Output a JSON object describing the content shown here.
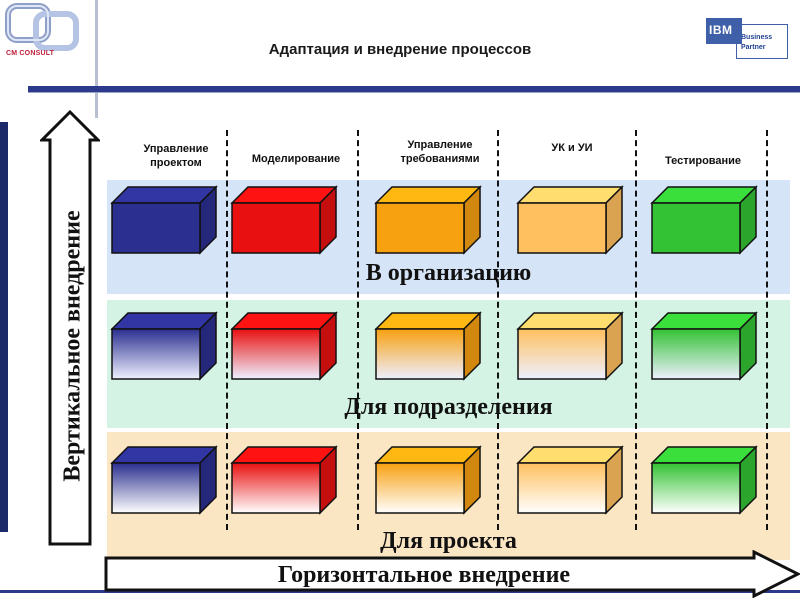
{
  "header": {
    "title": "Адаптация и внедрение процессов",
    "logo_text": "CM CONSULT",
    "partner_logo": {
      "brand": "IBM",
      "line1": "Business",
      "line2": "Partner"
    }
  },
  "columns": [
    {
      "label": "Управление проектом",
      "color": "#2b2f8f"
    },
    {
      "label": "Моделирование",
      "color": "#e81010"
    },
    {
      "label": "Управление требованиями",
      "color": "#f7a010"
    },
    {
      "label": "УК и УИ",
      "color": "#ffc060"
    },
    {
      "label": "Тестирование",
      "color": "#33c233"
    }
  ],
  "levels": [
    {
      "label": "В организацию",
      "fill": "solid"
    },
    {
      "label": "Для подразделения",
      "fill": "gradient-light"
    },
    {
      "label": "Для проекта",
      "fill": "gradient-lighter"
    }
  ],
  "axes": {
    "vertical": "Вертикальное внедрение",
    "horizontal": "Горизонтальное внедрение"
  },
  "colors": {
    "band_org": "#d5e5f7",
    "band_div": "#d4f3e4",
    "band_prj": "#fbe6c4",
    "header_rule": "#2d3a8c"
  }
}
